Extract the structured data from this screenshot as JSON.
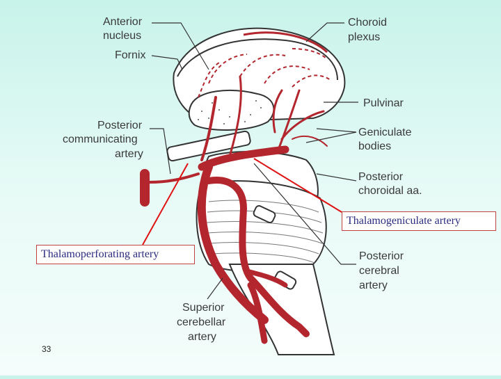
{
  "labels": {
    "anterior_nucleus_line1": "Anterior",
    "anterior_nucleus_line2": "nucleus",
    "fornix": "Fornix",
    "choroid_plexus_line1": "Choroid",
    "choroid_plexus_line2": "plexus",
    "pulvinar": "Pulvinar",
    "geniculate_bodies_line1": "Geniculate",
    "geniculate_bodies_line2": "bodies",
    "posterior_communicating_artery_line1": "Posterior",
    "posterior_communicating_artery_line2": "communicating",
    "posterior_communicating_artery_line3": "artery",
    "posterior_choroidal_line1": "Posterior",
    "posterior_choroidal_line2": "choroidal aa.",
    "posterior_cerebral_line1": "Posterior",
    "posterior_cerebral_line2": "cerebral",
    "posterior_cerebral_line3": "artery",
    "superior_cerebellar_line1": "Superior",
    "superior_cerebellar_line2": "cerebellar",
    "superior_cerebellar_line3": "artery"
  },
  "callouts": {
    "thalamogeniculate": "Thalamogeniculate artery",
    "thalamoperforating": "Thalamoperforating artery"
  },
  "slide_number": "33",
  "colors": {
    "artery": "#b3262e",
    "callout_line": "#e01010",
    "callout_text": "#2b2b80",
    "background_top": "#c8f3ea"
  }
}
